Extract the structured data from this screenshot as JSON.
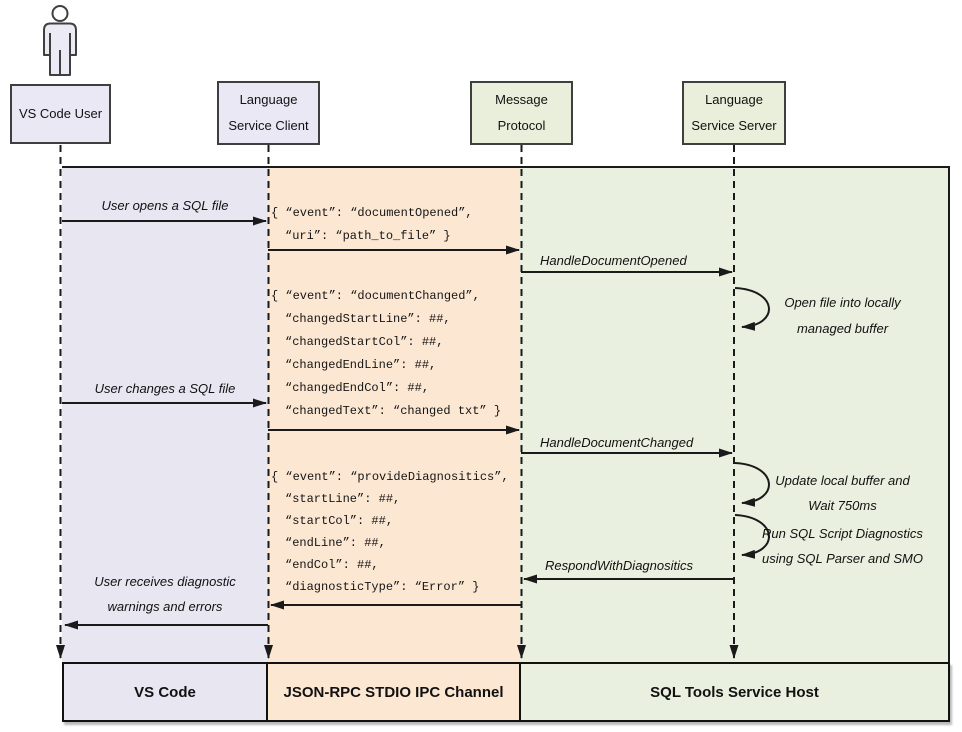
{
  "actors": {
    "user": {
      "label": "VS Code User"
    },
    "client": {
      "line1": "Language",
      "line2": "Service Client"
    },
    "protocol": {
      "line1": "Message",
      "line2": "Protocol"
    },
    "server": {
      "line1": "Language",
      "line2": "Service Server"
    }
  },
  "user_actions": {
    "opens": "User opens a SQL file",
    "changes": "User changes a SQL file",
    "receives_line1": "User receives diagnostic",
    "receives_line2": "warnings and errors"
  },
  "server_calls": {
    "handle_opened": "HandleDocumentOpened",
    "handle_changed": "HandleDocumentChanged",
    "respond": "RespondWithDiagnositics"
  },
  "server_notes": {
    "open_file": {
      "line1": "Open file into locally",
      "line2": "managed buffer"
    },
    "update_buffer": {
      "line1": "Update local buffer and",
      "line2": "Wait 750ms"
    },
    "run_diagnostics": {
      "line1": "Run SQL Script Diagnostics",
      "line2": "using SQL Parser and SMO"
    }
  },
  "payloads": {
    "opened": {
      "l1": "{ “event”: “documentOpened”,",
      "l2": "“uri”: “path_to_file” }"
    },
    "changed": {
      "l1": "{ “event”: “documentChanged”,",
      "l2": "“changedStartLine”: ##,",
      "l3": "“changedStartCol”: ##,",
      "l4": "“changedEndLine”: ##,",
      "l5": "“changedEndCol”: ##,",
      "l6": "“changedText”: “changed txt” }"
    },
    "diagnostics": {
      "l1": "{ “event”: “provideDiagnositics”,",
      "l2": "“startLine”: ##,",
      "l3": "“startCol”: ##,",
      "l4": "“endLine”: ##,",
      "l5": "“endCol”: ##,",
      "l6": "“diagnosticType”: “Error” }"
    }
  },
  "footers": {
    "vscode": "VS Code",
    "ipc": "JSON-RPC STDIO IPC Channel",
    "host": "SQL Tools Service Host"
  },
  "colors": {
    "lane_vscode": "#e8e6f1",
    "lane_ipc": "#fce7d3",
    "lane_host": "#eaf0e0",
    "header_box_lavender": "#eae8f4",
    "header_box_green": "#e9efdb",
    "line": "#1a1a1a"
  }
}
